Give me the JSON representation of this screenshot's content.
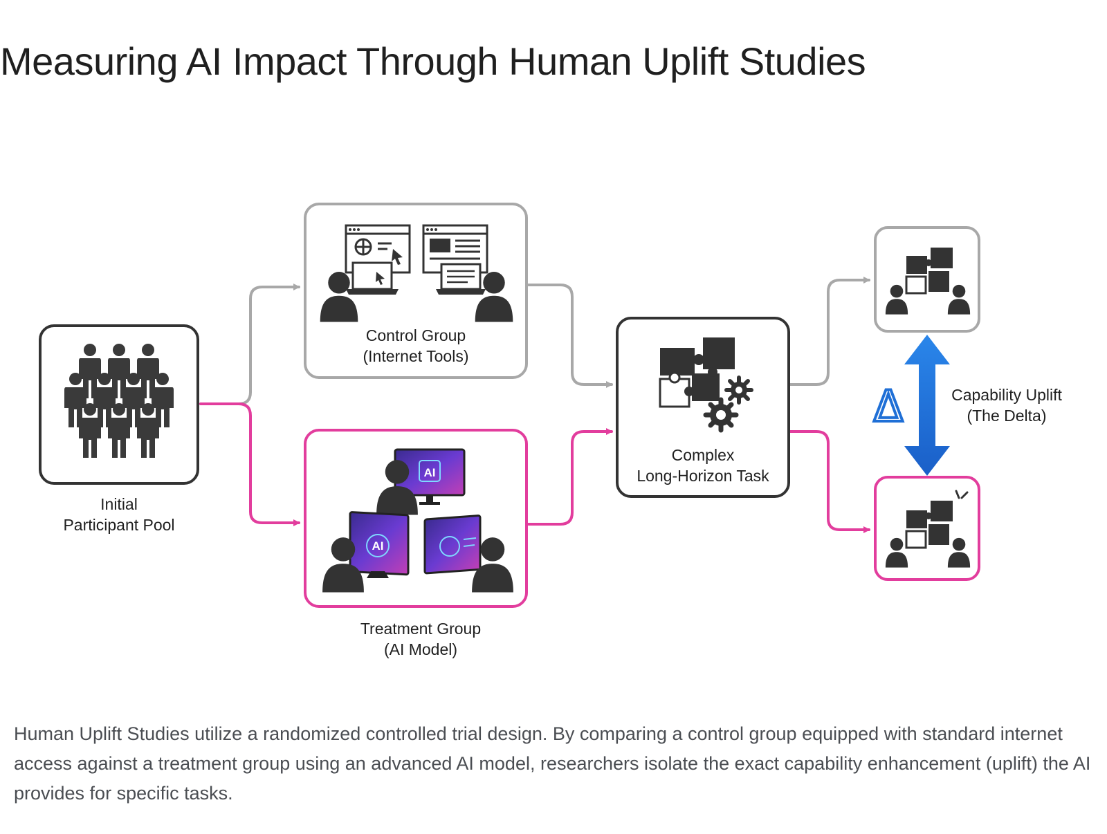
{
  "title": "Measuring AI Impact Through Human Uplift Studies",
  "nodes": {
    "pool": {
      "line1": "Initial",
      "line2": "Participant Pool"
    },
    "control": {
      "line1": "Control Group",
      "line2": "(Internet Tools)"
    },
    "treatment": {
      "line1": "Treatment Group",
      "line2": "(AI Model)"
    },
    "task": {
      "line1": "Complex",
      "line2": "Long-Horizon Task"
    },
    "uplift": {
      "line1": "Capability Uplift",
      "line2": "(The Delta)",
      "symbol": "Δ"
    }
  },
  "monitor_labels": {
    "ai": "AI"
  },
  "colors": {
    "control": "#a8a8a8",
    "treatment": "#e23d9d",
    "delta": "#1f6fd6",
    "neutral": "#333333"
  },
  "caption": "Human Uplift Studies utilize a randomized controlled trial design. By comparing a control group equipped with standard internet access against a treatment group using an advanced AI model, researchers isolate the exact capability enhancement (uplift) the AI provides for specific tasks."
}
